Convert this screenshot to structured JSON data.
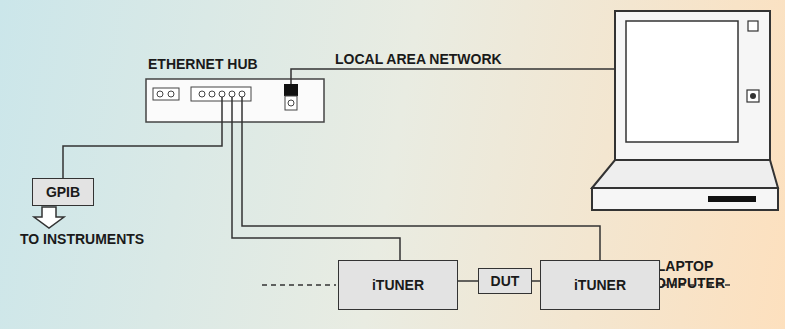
{
  "diagram": {
    "nodes": [
      {
        "text": [
          "ETHERNET HUB"
        ]
      },
      {
        "text": [
          "LAPTOP COMPUTER"
        ]
      },
      {
        "text": [
          "GPIB"
        ]
      },
      {
        "text": [
          "iTUNER"
        ]
      },
      {
        "text": [
          "DUT"
        ]
      },
      {
        "text": [
          "iTUNER"
        ]
      }
    ],
    "edges": [
      {
        "from": 0,
        "to": 1,
        "label": "LOCAL AREA NETWORK",
        "arrow": "none"
      },
      {
        "from": 0,
        "to": 2,
        "arrow": "none"
      },
      {
        "from": 0,
        "to": 3,
        "arrow": "none"
      },
      {
        "from": 0,
        "to": 5,
        "arrow": "none"
      },
      {
        "from": 3,
        "to": 4,
        "arrow": "none"
      },
      {
        "from": 4,
        "to": 5,
        "arrow": "none"
      }
    ],
    "labels": [
      "TO INSTRUMENTS"
    ]
  }
}
